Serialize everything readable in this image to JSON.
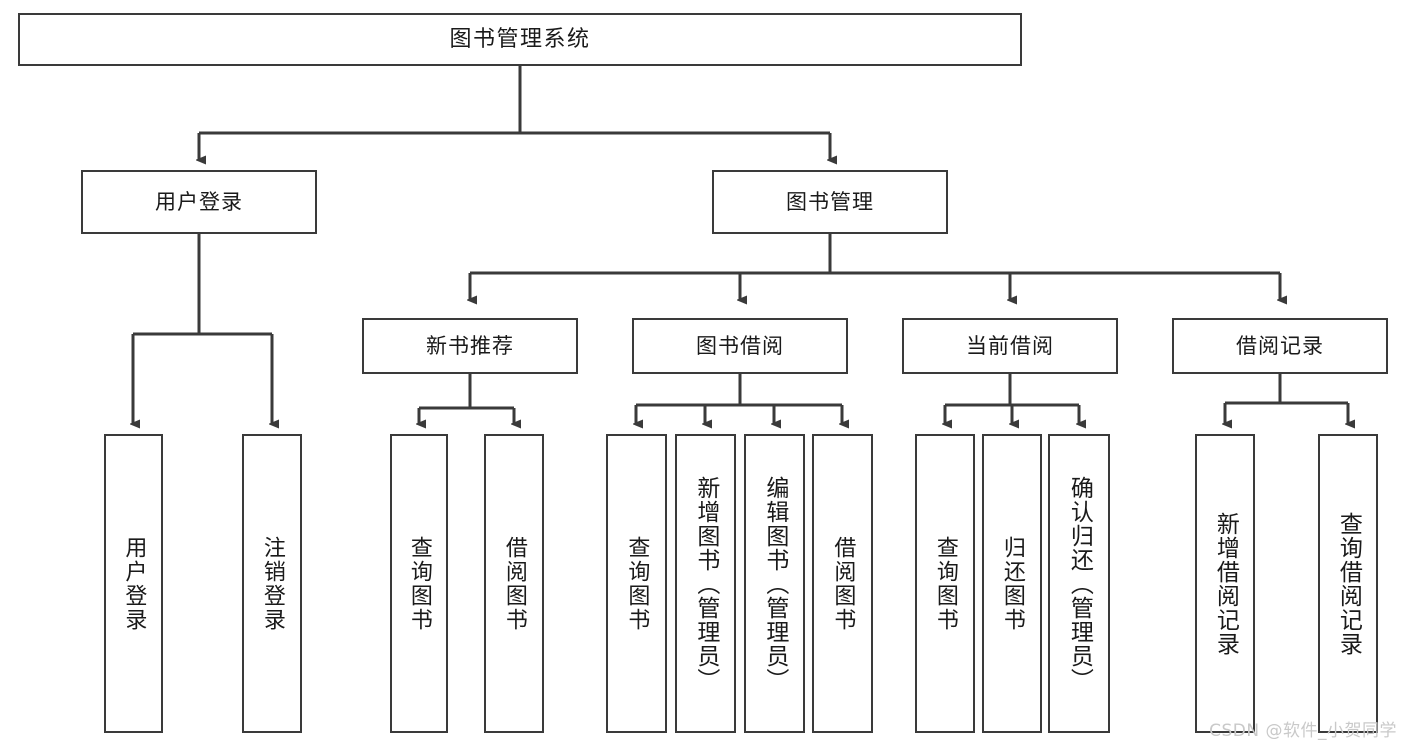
{
  "diagram": {
    "title": "图书管理系统",
    "watermark": "CSDN @软件_小贺同学",
    "line_color": "#3a3a3a",
    "box_fill": "#ffffff",
    "text_color": "#1a1a1a",
    "watermark_color": "#c9c9c9",
    "nodes": {
      "root": {
        "label": "图书管理系统"
      },
      "level2": [
        {
          "label": "用户登录"
        },
        {
          "label": "图书管理"
        }
      ],
      "level3": [
        {
          "label": "新书推荐"
        },
        {
          "label": "图书借阅"
        },
        {
          "label": "当前借阅"
        },
        {
          "label": "借阅记录"
        }
      ],
      "leaves": {
        "user_login": [
          {
            "label": "用户登录"
          },
          {
            "label": "注销登录"
          }
        ],
        "new_book": [
          {
            "label": "查询图书"
          },
          {
            "label": "借阅图书"
          }
        ],
        "book_borrow": [
          {
            "label": "查询图书"
          },
          {
            "label": "新增图书（管理员）"
          },
          {
            "label": "编辑图书（管理员）"
          },
          {
            "label": "借阅图书"
          }
        ],
        "current_borrow": [
          {
            "label": "查询图书"
          },
          {
            "label": "归还图书"
          },
          {
            "label": "确认归还（管理员）"
          }
        ],
        "borrow_record": [
          {
            "label": "新增借阅记录"
          },
          {
            "label": "查询借阅记录"
          }
        ]
      }
    }
  }
}
